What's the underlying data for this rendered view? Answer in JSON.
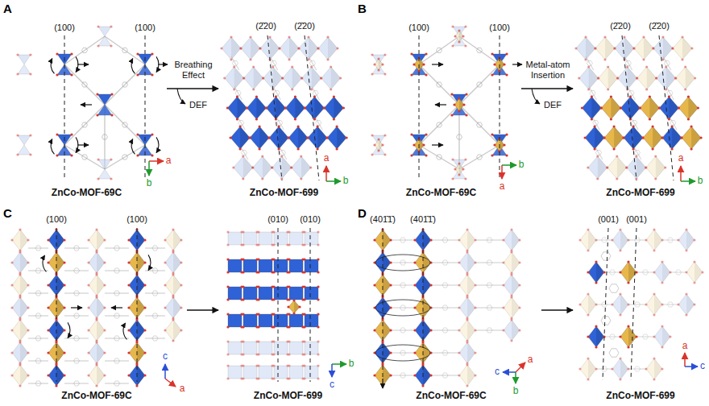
{
  "diagram": {
    "nodes": [
      {
        "text": [
          "ZnCo-MOF-69C"
        ]
      },
      {
        "text": [
          "ZnCo-MOF-699"
        ]
      },
      {
        "text": [
          "ZnCo-MOF-69C"
        ]
      },
      {
        "text": [
          "ZnCo-MOF-699"
        ]
      },
      {
        "text": [
          "ZnCo-MOF-69C"
        ]
      },
      {
        "text": [
          "ZnCo-MOF-699"
        ]
      },
      {
        "text": [
          "ZnCo-MOF-69C"
        ]
      },
      {
        "text": [
          "ZnCo-MOF-699"
        ]
      }
    ],
    "edges": [
      {
        "from": 0,
        "to": 1,
        "arrow": "to"
      },
      {
        "from": 2,
        "to": 3,
        "arrow": "to"
      },
      {
        "from": 4,
        "to": 5,
        "arrow": "to"
      },
      {
        "from": 6,
        "to": 7,
        "arrow": "to"
      }
    ],
    "labels": [
      "A",
      "(100)",
      "(100)",
      "Breathing Effect",
      "DEF",
      "(2̄20)",
      "(2̄20)",
      "a",
      "b",
      "a",
      "b",
      "B",
      "(100)",
      "(100)",
      "Metal-atom Insertion",
      "DEF",
      "(2̄20)",
      "(2̄20)",
      "b",
      "a",
      "a",
      "b",
      "C",
      "(100)",
      "(100)",
      "(010)",
      "(010)",
      "c",
      "a",
      "b",
      "c",
      "D",
      "(401̄1̄)",
      "(401̄1̄)",
      "(001)",
      "(001)",
      "c",
      "b",
      "a",
      "a",
      "c"
    ]
  }
}
